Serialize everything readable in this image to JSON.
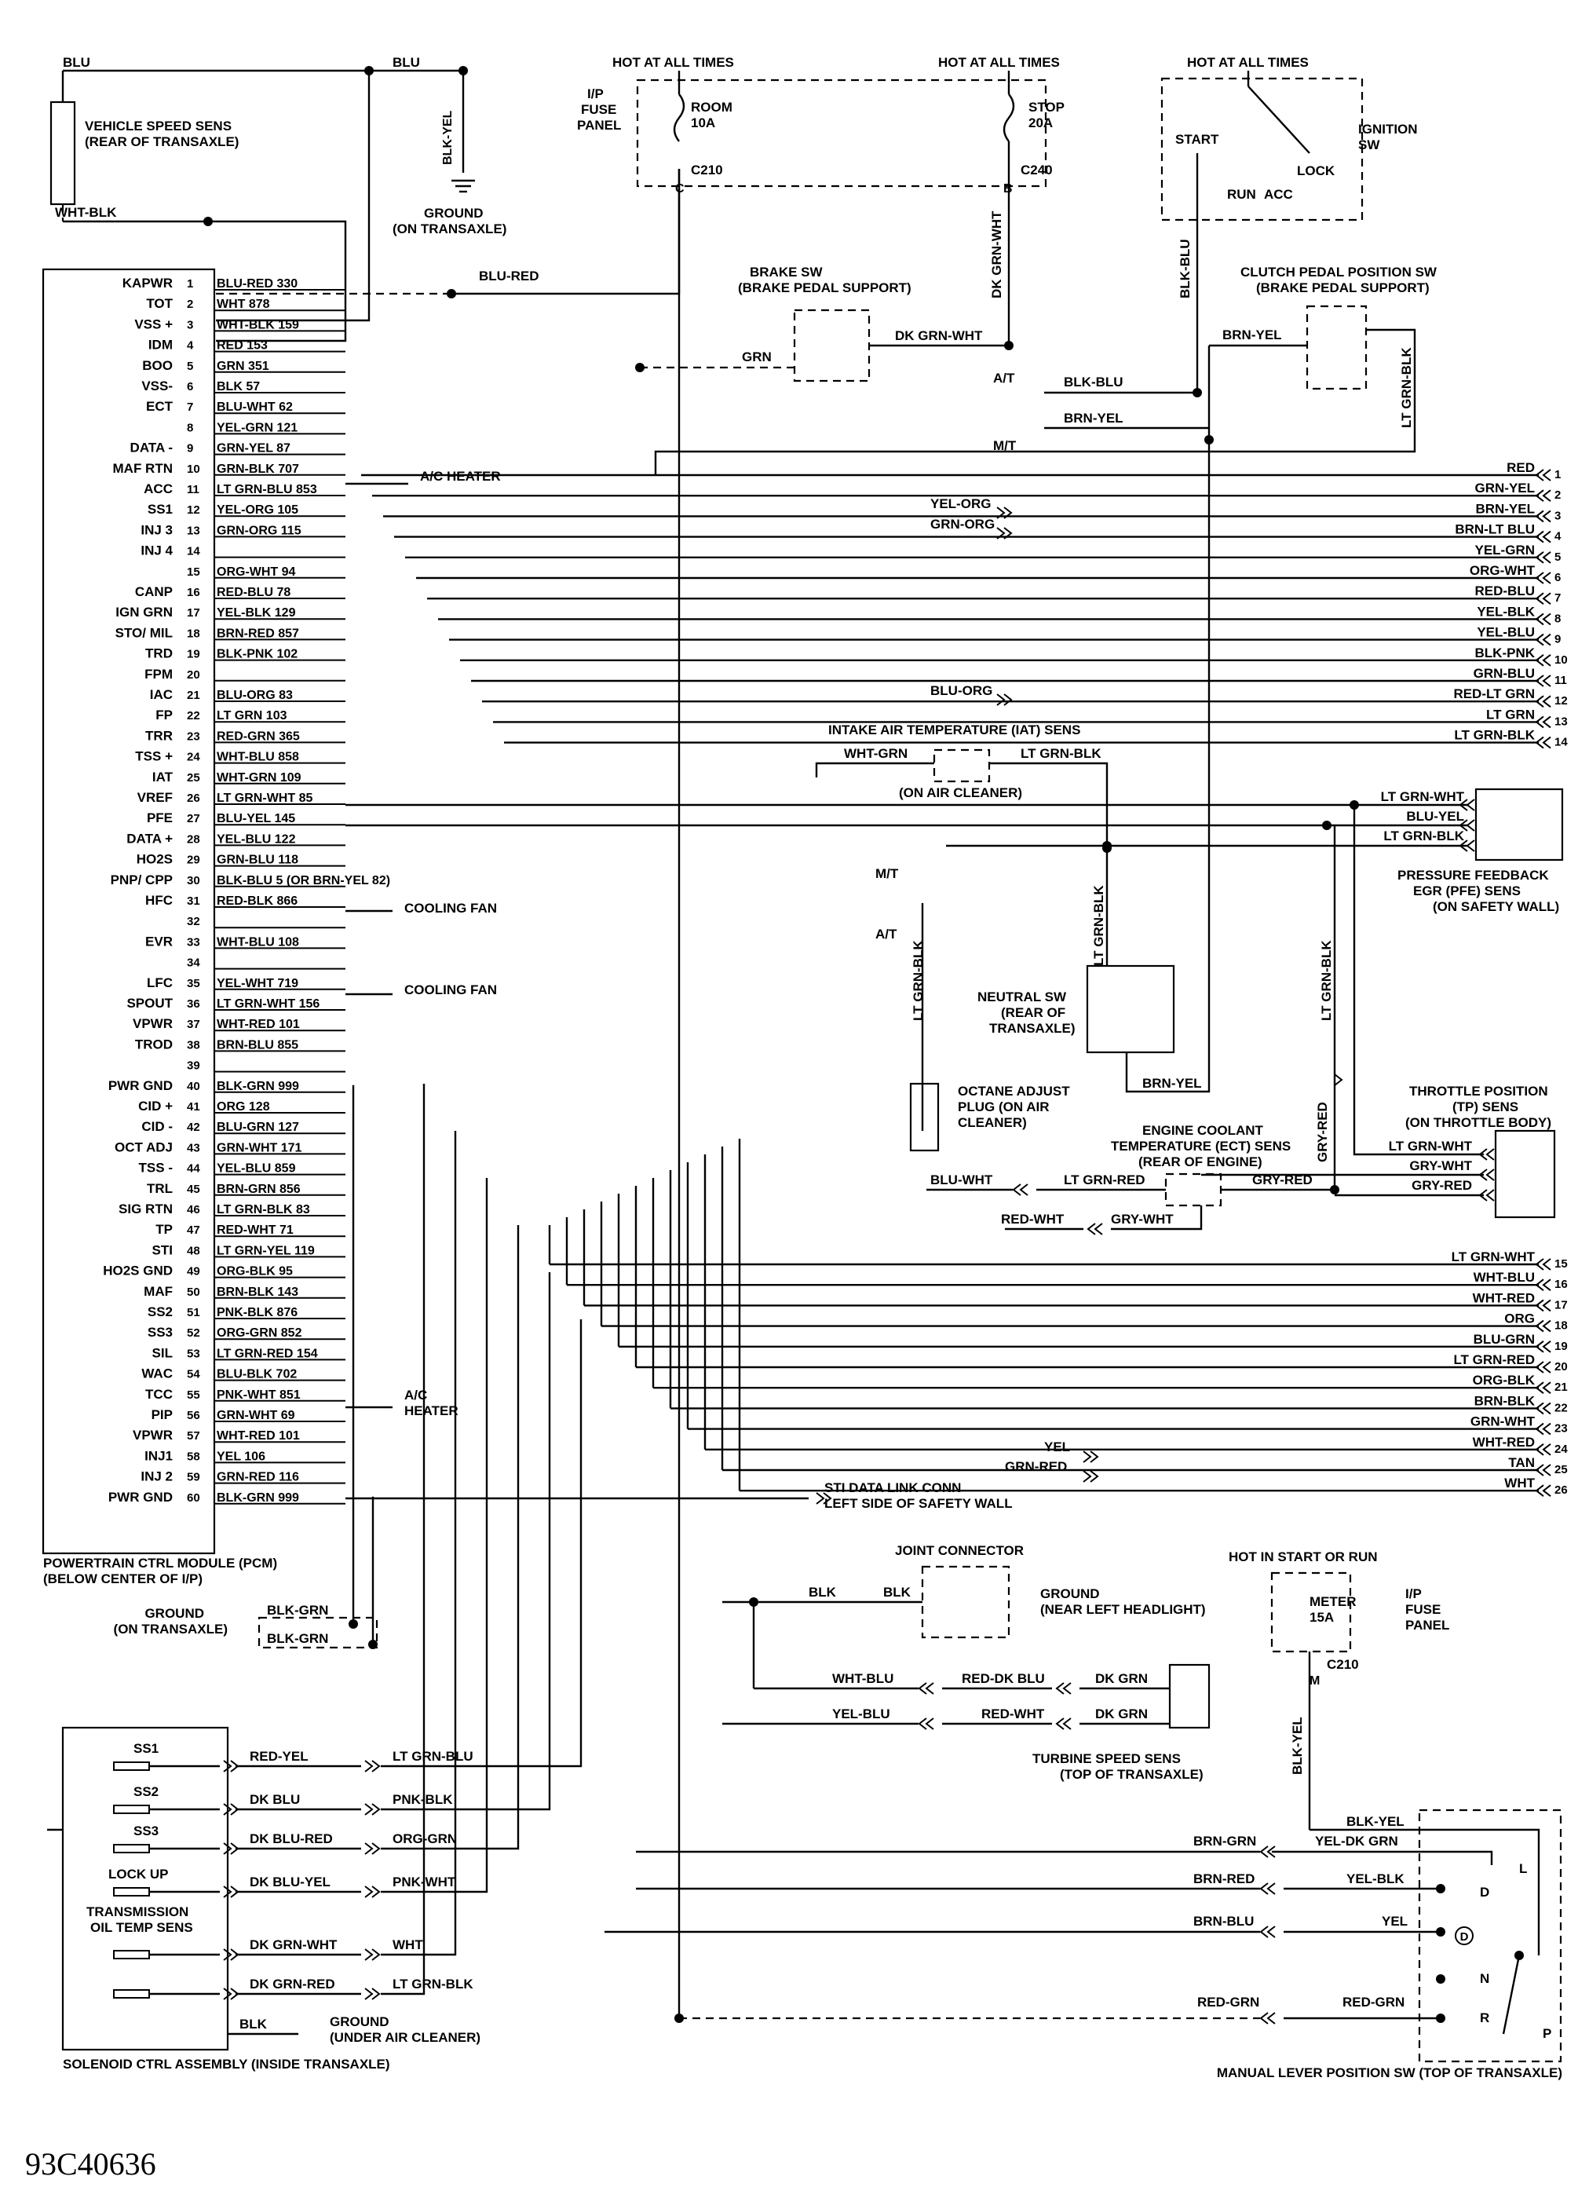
{
  "figure_code": "93C40636",
  "pcm": {
    "title_line1": "POWERTRAIN CTRL MODULE (PCM)",
    "title_line2": "(BELOW CENTER OF I/P)",
    "pins": [
      {
        "n": "1",
        "func": "KAPWR",
        "wire": "BLU-RED 330"
      },
      {
        "n": "2",
        "func": "TOT",
        "wire": "WHT 878"
      },
      {
        "n": "3",
        "func": "VSS +",
        "wire": "WHT-BLK 159"
      },
      {
        "n": "4",
        "func": "IDM",
        "wire": "RED 153"
      },
      {
        "n": "5",
        "func": "BOO",
        "wire": "GRN 351"
      },
      {
        "n": "6",
        "func": "VSS-",
        "wire": "BLK 57"
      },
      {
        "n": "7",
        "func": "ECT",
        "wire": "BLU-WHT 62"
      },
      {
        "n": "8",
        "func": "",
        "wire": "YEL-GRN 121"
      },
      {
        "n": "9",
        "func": "DATA -",
        "wire": "GRN-YEL 87"
      },
      {
        "n": "10",
        "func": "MAF RTN",
        "wire": "GRN-BLK 707"
      },
      {
        "n": "11",
        "func": "ACC",
        "wire": "LT GRN-BLU 853"
      },
      {
        "n": "12",
        "func": "SS1",
        "wire": "YEL-ORG 105"
      },
      {
        "n": "13",
        "func": "INJ 3",
        "wire": "GRN-ORG 115"
      },
      {
        "n": "14",
        "func": "INJ 4",
        "wire": ""
      },
      {
        "n": "15",
        "func": "",
        "wire": "ORG-WHT 94"
      },
      {
        "n": "16",
        "func": "CANP",
        "wire": "RED-BLU 78"
      },
      {
        "n": "17",
        "func": "IGN GRN",
        "wire": "YEL-BLK 129"
      },
      {
        "n": "18",
        "func": "STO/ MIL",
        "wire": "BRN-RED 857"
      },
      {
        "n": "19",
        "func": "TRD",
        "wire": "BLK-PNK 102"
      },
      {
        "n": "20",
        "func": "FPM",
        "wire": ""
      },
      {
        "n": "21",
        "func": "IAC",
        "wire": "BLU-ORG 83"
      },
      {
        "n": "22",
        "func": "FP",
        "wire": "LT GRN 103"
      },
      {
        "n": "23",
        "func": "TRR",
        "wire": "RED-GRN 365"
      },
      {
        "n": "24",
        "func": "TSS +",
        "wire": "WHT-BLU 858"
      },
      {
        "n": "25",
        "func": "IAT",
        "wire": "WHT-GRN 109"
      },
      {
        "n": "26",
        "func": "VREF",
        "wire": "LT GRN-WHT 85"
      },
      {
        "n": "27",
        "func": "PFE",
        "wire": "BLU-YEL 145"
      },
      {
        "n": "28",
        "func": "DATA +",
        "wire": "YEL-BLU 122"
      },
      {
        "n": "29",
        "func": "HO2S",
        "wire": "GRN-BLU 118"
      },
      {
        "n": "30",
        "func": "PNP/ CPP",
        "wire": "BLK-BLU 5 (OR BRN-YEL 82)"
      },
      {
        "n": "31",
        "func": "HFC",
        "wire": "RED-BLK 866"
      },
      {
        "n": "32",
        "func": "",
        "wire": ""
      },
      {
        "n": "33",
        "func": "EVR",
        "wire": "WHT-BLU 108"
      },
      {
        "n": "34",
        "func": "",
        "wire": ""
      },
      {
        "n": "35",
        "func": "LFC",
        "wire": "YEL-WHT 719"
      },
      {
        "n": "36",
        "func": "SPOUT",
        "wire": "LT GRN-WHT 156"
      },
      {
        "n": "37",
        "func": "VPWR",
        "wire": "WHT-RED 101"
      },
      {
        "n": "38",
        "func": "TROD",
        "wire": "BRN-BLU 855"
      },
      {
        "n": "39",
        "func": "",
        "wire": ""
      },
      {
        "n": "40",
        "func": "PWR GND",
        "wire": "BLK-GRN 999"
      },
      {
        "n": "41",
        "func": "CID +",
        "wire": "ORG 128"
      },
      {
        "n": "42",
        "func": "CID -",
        "wire": "BLU-GRN 127"
      },
      {
        "n": "43",
        "func": "OCT ADJ",
        "wire": "GRN-WHT 171"
      },
      {
        "n": "44",
        "func": "TSS -",
        "wire": "YEL-BLU 859"
      },
      {
        "n": "45",
        "func": "TRL",
        "wire": "BRN-GRN 856"
      },
      {
        "n": "46",
        "func": "SIG RTN",
        "wire": "LT GRN-BLK 83"
      },
      {
        "n": "47",
        "func": "TP",
        "wire": "RED-WHT 71"
      },
      {
        "n": "48",
        "func": "STI",
        "wire": "LT GRN-YEL 119"
      },
      {
        "n": "49",
        "func": "HO2S GND",
        "wire": "ORG-BLK 95"
      },
      {
        "n": "50",
        "func": "MAF",
        "wire": "BRN-BLK 143"
      },
      {
        "n": "51",
        "func": "SS2",
        "wire": "PNK-BLK 876"
      },
      {
        "n": "52",
        "func": "SS3",
        "wire": "ORG-GRN 852"
      },
      {
        "n": "53",
        "func": "SIL",
        "wire": "LT GRN-RED 154"
      },
      {
        "n": "54",
        "func": "WAC",
        "wire": "BLU-BLK 702"
      },
      {
        "n": "55",
        "func": "TCC",
        "wire": "PNK-WHT 851"
      },
      {
        "n": "56",
        "func": "PIP",
        "wire": "GRN-WHT 69"
      },
      {
        "n": "57",
        "func": "VPWR",
        "wire": "WHT-RED 101"
      },
      {
        "n": "58",
        "func": "INJ1",
        "wire": "YEL 106"
      },
      {
        "n": "59",
        "func": "INJ 2",
        "wire": "GRN-RED 116"
      },
      {
        "n": "60",
        "func": "PWR GND",
        "wire": "BLK-GRN 999"
      }
    ]
  },
  "right_connectors_a": [
    {
      "n": "1",
      "wire": "RED"
    },
    {
      "n": "2",
      "wire": "GRN-YEL"
    },
    {
      "n": "3",
      "wire": "BRN-YEL"
    },
    {
      "n": "4",
      "wire": "BRN-LT BLU"
    },
    {
      "n": "5",
      "wire": "YEL-GRN"
    },
    {
      "n": "6",
      "wire": "ORG-WHT"
    },
    {
      "n": "7",
      "wire": "RED-BLU"
    },
    {
      "n": "8",
      "wire": "YEL-BLK"
    },
    {
      "n": "9",
      "wire": "YEL-BLU"
    },
    {
      "n": "10",
      "wire": "BLK-PNK"
    },
    {
      "n": "11",
      "wire": "GRN-BLU"
    },
    {
      "n": "12",
      "wire": "RED-LT GRN"
    },
    {
      "n": "13",
      "wire": "LT GRN"
    },
    {
      "n": "14",
      "wire": "LT GRN-BLK"
    }
  ],
  "right_connectors_b": [
    {
      "n": "15",
      "wire": "LT GRN-WHT"
    },
    {
      "n": "16",
      "wire": "WHT-BLU"
    },
    {
      "n": "17",
      "wire": "WHT-RED"
    },
    {
      "n": "18",
      "wire": "ORG"
    },
    {
      "n": "19",
      "wire": "BLU-GRN"
    },
    {
      "n": "20",
      "wire": "LT GRN-RED"
    },
    {
      "n": "21",
      "wire": "ORG-BLK"
    },
    {
      "n": "22",
      "wire": "BRN-BLK"
    },
    {
      "n": "23",
      "wire": "GRN-WHT"
    },
    {
      "n": "24",
      "wire": "WHT-RED"
    },
    {
      "n": "25",
      "wire": "TAN"
    },
    {
      "n": "26",
      "wire": "WHT"
    }
  ],
  "labels": {
    "blu_a": "BLU",
    "blu_b": "BLU",
    "blk_yel": "BLK-YEL",
    "wht_blk": "WHT-BLK",
    "blu_red": "BLU-RED",
    "vss_1": "VEHICLE SPEED SENS",
    "vss_2": "(REAR OF TRANSAXLE)",
    "gnd_trans_1": "GROUND",
    "gnd_trans_2": "(ON TRANSAXLE)",
    "hot_all_1": "HOT AT ALL TIMES",
    "hot_all_2": "HOT AT ALL TIMES",
    "hot_all_3": "HOT AT ALL TIMES",
    "ip_fuse_1": "I/P",
    "ip_fuse_2": "FUSE",
    "ip_fuse_3": "PANEL",
    "room_1": "ROOM",
    "room_2": "10A",
    "stop_1": "STOP",
    "stop_2": "20A",
    "c210": "C210",
    "c240": "C240",
    "c_pin": "C",
    "b_pin": "B",
    "dk_grn_wht_v": "DK GRN-WHT",
    "start": "START",
    "run": "RUN",
    "acc": "ACC",
    "lock": "LOCK",
    "ign_1": "IGNITION",
    "ign_2": "SW",
    "blk_blu_v": "BLK-BLU",
    "brake_1": "BRAKE SW",
    "brake_2": "(BRAKE PEDAL SUPPORT)",
    "grn": "GRN",
    "dk_grn_wht": "DK GRN-WHT",
    "clutch_1": "CLUTCH PEDAL POSITION SW",
    "clutch_2": "(BRAKE PEDAL SUPPORT)",
    "brn_yel_a": "BRN-YEL",
    "lt_grn_blk_v1": "LT GRN-BLK",
    "at_1": "A/T",
    "mt_1": "M/T",
    "blk_blu": "BLK-BLU",
    "brn_yel_b": "BRN-YEL",
    "ac_heater_1": "A/C HEATER",
    "yel_org": "YEL-ORG",
    "grn_org": "GRN-ORG",
    "blu_org": "BLU-ORG",
    "iat_1": "INTAKE AIR TEMPERATURE (IAT) SENS",
    "iat_2": "(ON AIR CLEANER)",
    "wht_grn": "WHT-GRN",
    "lt_grn_blk_a": "LT GRN-BLK",
    "lt_grn_wht_a": "LT GRN-WHT",
    "blu_yel": "BLU-YEL",
    "lt_grn_blk_b": "LT GRN-BLK",
    "pfe_1": "PRESSURE FEEDBACK",
    "pfe_2": "EGR (PFE) SENS",
    "pfe_3": "(ON SAFETY WALL)",
    "cooling_1": "COOLING FAN",
    "cooling_2": "COOLING FAN",
    "mt_2": "M/T",
    "at_2": "A/T",
    "lt_grn_blk_v2": "LT GRN-BLK",
    "lt_grn_blk_v3": "LT GRN-BLK",
    "lt_grn_blk_v4": "LT GRN-BLK",
    "neutral_1": "NEUTRAL SW",
    "neutral_2": "(REAR OF",
    "neutral_3": "TRANSAXLE)",
    "brn_yel_c": "BRN-YEL",
    "octane_1": "OCTANE ADJUST",
    "octane_2": "PLUG (ON AIR",
    "octane_3": "CLEANER)",
    "ect_1": "ENGINE COOLANT",
    "ect_2": "TEMPERATURE (ECT) SENS",
    "ect_3": "(REAR OF ENGINE)",
    "blu_wht": "BLU-WHT",
    "lt_grn_red": "LT GRN-RED",
    "gry_red_a": "GRY-RED",
    "gry_red_v": "GRY-RED",
    "red_wht": "RED-WHT",
    "gry_wht": "GRY-WHT",
    "tp_1": "THROTTLE POSITION",
    "tp_2": "(TP) SENS",
    "tp_3": "(ON THROTTLE BODY)",
    "tp_w1": "LT GRN-WHT",
    "tp_w2": "GRY-WHT",
    "tp_w3": "GRY-RED",
    "ac_heater_2a": "A/C",
    "ac_heater_2b": "HEATER",
    "yel": "YEL",
    "grn_red": "GRN-RED",
    "sti_1": "STI DATA LINK CONN",
    "sti_2": "LEFT SIDE OF SAFETY WALL",
    "gnd2_1": "GROUND",
    "gnd2_2": "(ON TRANSAXLE)",
    "blk_grn_a": "BLK-GRN",
    "blk_grn_b": "BLK-GRN",
    "joint": "JOINT CONNECTOR",
    "blk_a": "BLK",
    "blk_b": "BLK",
    "gnd3_1": "GROUND",
    "gnd3_2": "(NEAR LEFT HEADLIGHT)",
    "hot_start": "HOT IN START OR RUN",
    "meter_1": "METER",
    "meter_2": "15A",
    "ip2_1": "I/P",
    "ip2_2": "FUSE",
    "ip2_3": "PANEL",
    "c210_b": "C210",
    "m_pin": "M",
    "blk_yel_v": "BLK-YEL",
    "wht_blu": "WHT-BLU",
    "red_dk_blu": "RED-DK BLU",
    "dk_grn_a": "DK GRN",
    "yel_blu": "YEL-BLU",
    "red_wht_b": "RED-WHT",
    "dk_grn_b": "DK GRN",
    "tss_1": "TURBINE SPEED SENS",
    "tss_2": "(TOP OF TRANSAXLE)",
    "ss1": "SS1",
    "ss2": "SS2",
    "ss3": "SS3",
    "lockup": "LOCK UP",
    "totsens_1": "TRANSMISSION",
    "totsens_2": "OIL TEMP SENS",
    "sol_w1": "RED-YEL",
    "sol_w1b": "LT GRN-BLU",
    "sol_w2": "DK BLU",
    "sol_w2b": "PNK-BLK",
    "sol_w3": "DK BLU-RED",
    "sol_w3b": "ORG-GRN",
    "sol_w4": "DK BLU-YEL",
    "sol_w4b": "PNK-WHT",
    "sol_w5": "DK GRN-WHT",
    "sol_w5b": "WHT",
    "sol_w6": "DK GRN-RED",
    "sol_w6b": "LT GRN-BLK",
    "sol_blk": "BLK",
    "gnd4_1": "GROUND",
    "gnd4_2": "(UNDER AIR CLEANER)",
    "sol_title": "SOLENOID CTRL ASSEMBLY (INSIDE TRANSAXLE)",
    "blk_yel_b": "BLK-YEL",
    "yel_dk_grn": "YEL-DK GRN",
    "brn_grn": "BRN-GRN",
    "brn_red": "BRN-RED",
    "yel_blk": "YEL-BLK",
    "brn_blu": "BRN-BLU",
    "yel_b": "YEL",
    "red_grn_a": "RED-GRN",
    "red_grn_b": "RED-GRN",
    "pos_l": "L",
    "pos_d": "D",
    "pos_od": "D",
    "pos_n": "N",
    "pos_r": "R",
    "pos_p": "P",
    "mlps": "MANUAL LEVER POSITION SW (TOP OF TRANSAXLE)"
  }
}
